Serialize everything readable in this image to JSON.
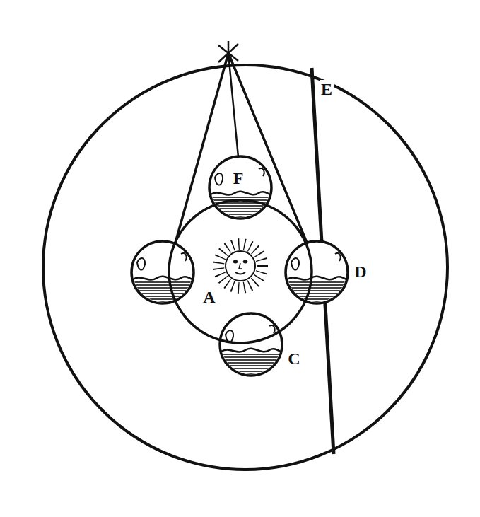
{
  "diagram": {
    "labels": [
      "E",
      "F",
      "A",
      "D",
      "C"
    ]
  }
}
